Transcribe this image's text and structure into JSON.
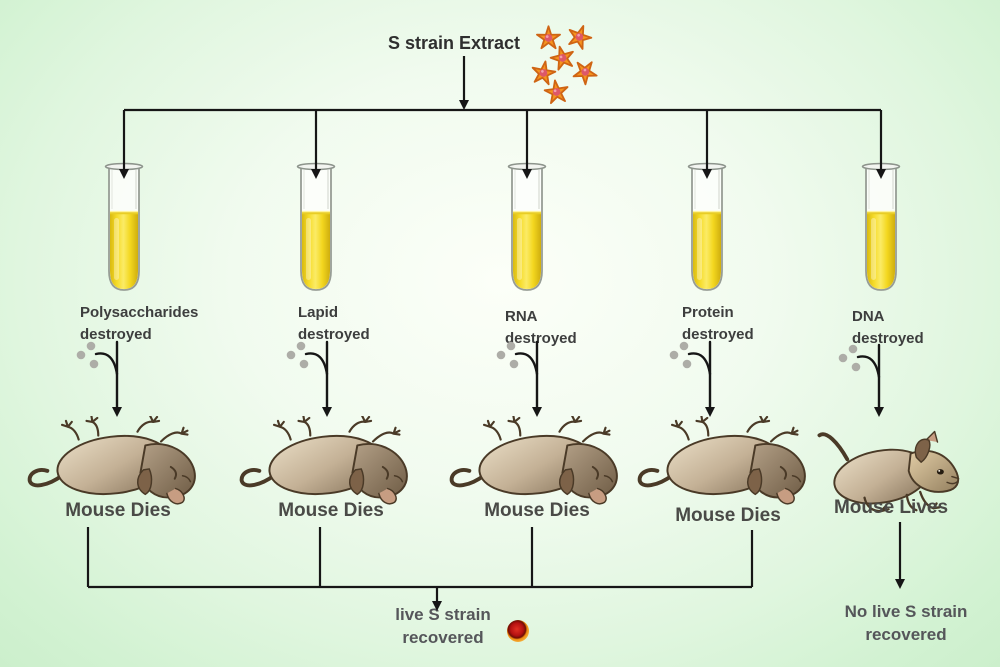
{
  "title": {
    "text": "S strain Extract"
  },
  "columns": [
    {
      "treatment_line1": "Polysaccharides",
      "treatment_line2": "destroyed",
      "outcome": "Mouse Dies"
    },
    {
      "treatment_line1": "Lapid",
      "treatment_line2": "destroyed",
      "outcome": "Mouse Dies"
    },
    {
      "treatment_line1": "RNA",
      "treatment_line2": "destroyed",
      "outcome": "Mouse Dies"
    },
    {
      "treatment_line1": "Protein",
      "treatment_line2": "destroyed",
      "outcome": "Mouse Dies"
    },
    {
      "treatment_line1": "DNA",
      "treatment_line2": "destroyed",
      "outcome": "Mouse Lives"
    }
  ],
  "bottom": {
    "recovered": {
      "line1": "live S strain",
      "line2": "recovered"
    },
    "not_recovered": {
      "line1": "No live S strain",
      "line2": "recovered"
    }
  },
  "icons": {
    "s_strain_star": "orange-starfish-bacterium",
    "s_strain_bacterium": "red-coccus-cell",
    "enzyme_dots": "destroyed-molecule-dots"
  },
  "colors": {
    "background_center": "#fcfff8",
    "background_edge": "#ccefcc",
    "connector_line": "#161616",
    "label_text": "#3d3e3e",
    "outcome_text": "#4a4a47",
    "bottom_text": "#55565a",
    "tube_liquid_yellow": "#f3d71f",
    "star_orange": "#f6941e",
    "star_center_pink": "#dd5868",
    "bacterium_red": "#b51111",
    "bacterium_ring_orange": "#ef8d12",
    "enzyme_dot_gray": "#adada7",
    "mouse_fur_tan": "#c4b196"
  }
}
